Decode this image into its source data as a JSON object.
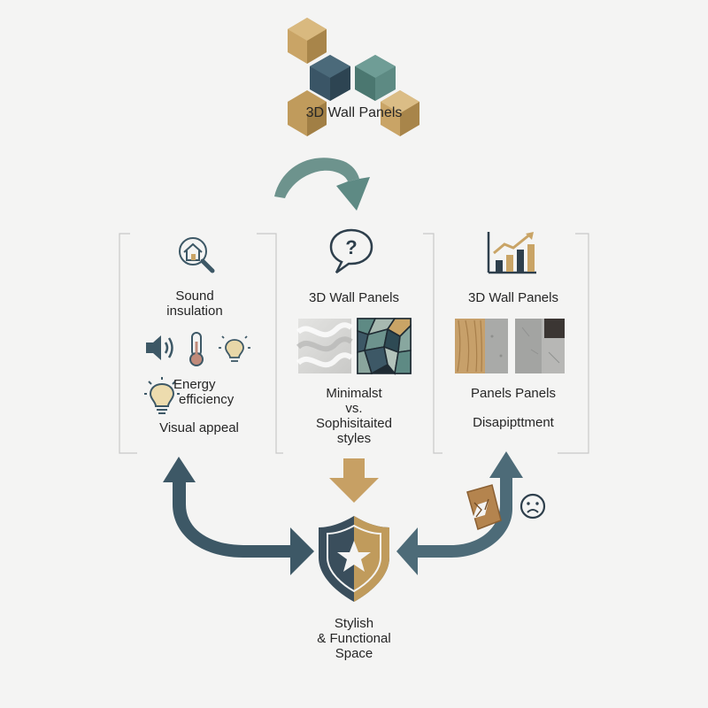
{
  "header": {
    "title": "3D Wall Panels"
  },
  "panels": {
    "left": {
      "heading_line1": "Sound",
      "heading_line2": "insulation",
      "energy_line1": "Energy",
      "energy_line2": "efficiency",
      "visual": "Visual appeal"
    },
    "middle": {
      "heading": "3D Wall Panels",
      "line1": "Minimalst",
      "line2": "vs.",
      "line3": "Sophisitaited",
      "line4": "styles"
    },
    "right": {
      "heading": "3D Wall Panels",
      "line1": "Panels Panels",
      "line2": "Disapipttment"
    }
  },
  "outcome": {
    "line1": "Stylish",
    "line2": "& Functional",
    "line3": "Space"
  },
  "colors": {
    "slate": "#3d5866",
    "teal": "#5e8a84",
    "gold": "#b8955a",
    "dark": "#2e3f4c"
  }
}
